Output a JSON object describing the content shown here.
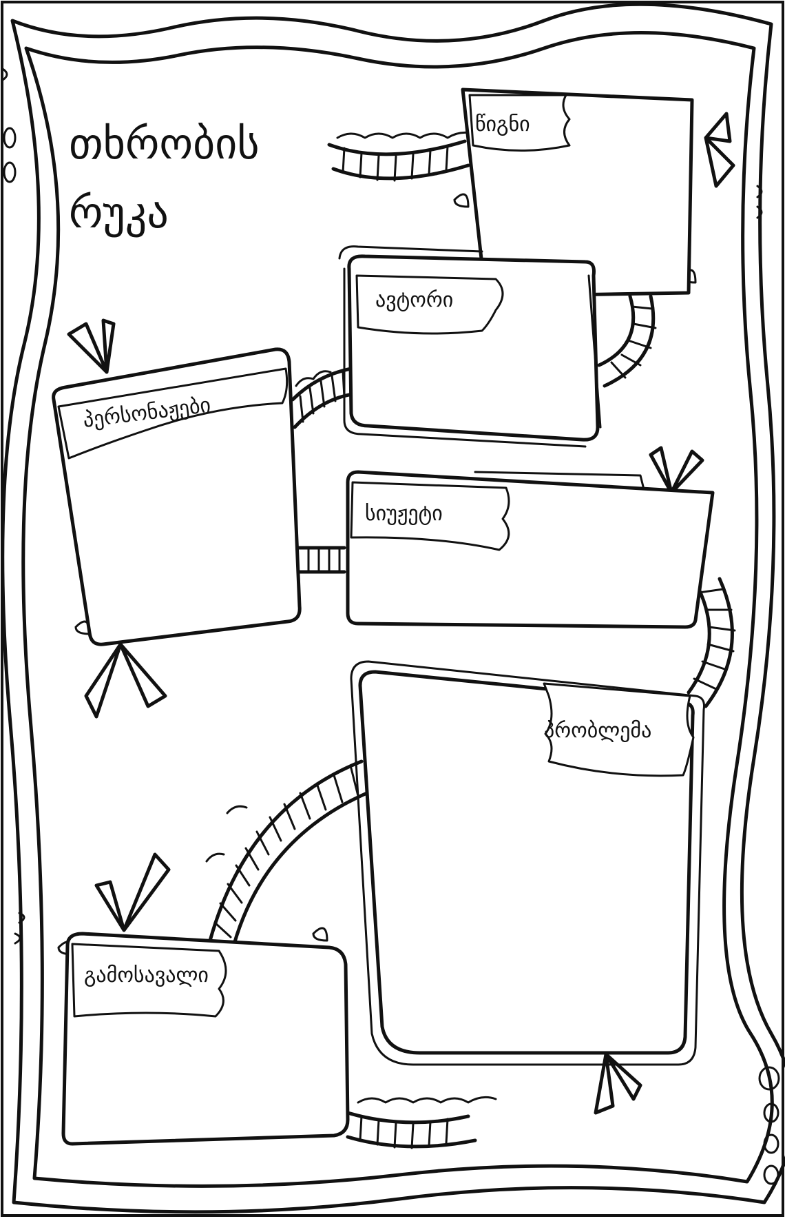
{
  "title_lines": [
    "თხრობის",
    "რუკა"
  ],
  "sections": {
    "book": "წიგნი",
    "author": "ავტორი",
    "characters": "პერსონაჟები",
    "plot": "სიუჟეტი",
    "problem": "პრობლემა",
    "solution": "გამოსავალი"
  }
}
